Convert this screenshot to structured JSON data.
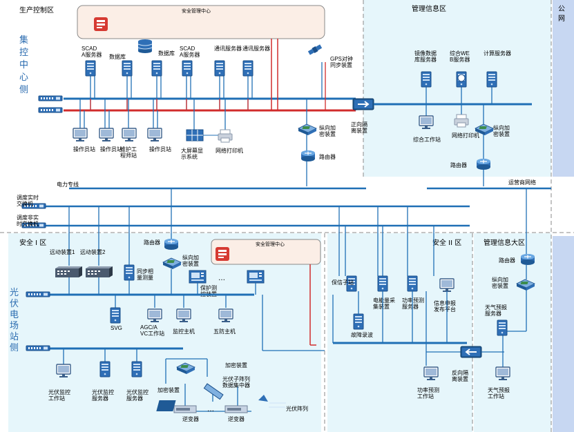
{
  "colors": {
    "bus_blue": "#1f6fb5",
    "line_red": "#d12b2b",
    "zone_fill": "#e6f6fb",
    "side_fill": "#c7d7f2",
    "safety_fill": "#fbeee6"
  },
  "zones": {
    "production": "生产控制区",
    "management_top": "管理信息区",
    "public_net": "公网",
    "safety_1": "安全 I 区",
    "safety_2": "安全 II 区",
    "management_big": "管理信息大区"
  },
  "side_labels": {
    "center": "集控中心侧",
    "station": "光伏电场站侧"
  },
  "safety_center": {
    "top": "安全管理中心",
    "bottom": "安全管理中心"
  },
  "top": {
    "servers": [
      "SCADA服务器",
      "数据库",
      "数据库",
      "SCADA服务器",
      "通讯服务器",
      "通讯服务器"
    ],
    "gps": "GPS对钟同步装置",
    "stations": [
      "操作员站",
      "操作员站",
      "维护工程师站",
      "操作员站"
    ],
    "big_screen": "大屏幕显示系统",
    "printer": "网络打印机",
    "encrypt": "纵向加密装置",
    "router": "路由器",
    "forward_isolation": "正向隔离装置"
  },
  "mgmt_top": {
    "mirror_db": "镜像数据库服务器",
    "web": "综合WEB服务器",
    "calc": "计算服务器",
    "workstation": "综合工作站",
    "printer": "网络打印机",
    "encrypt": "纵向加密装置",
    "router": "路由器",
    "carrier": "运营商网络"
  },
  "mid": {
    "power_net": "电力专线",
    "rt_switch": "调度实时交换机",
    "nrt_switch": "调度非实时交换机"
  },
  "s1": {
    "router": "路由器",
    "encrypt": "纵向加密装置",
    "remote1": "远动装置1",
    "remote2": "远动装置2",
    "pmu": "同步相量测量",
    "protect": "保护测控装置",
    "svg": "SVG",
    "agc": "AGC/AVC工作站",
    "monitor_host": "监控主机",
    "five_def": "五防主机",
    "pv_ws": "光伏监控工作站",
    "pv_srv1": "光伏监控服务器",
    "pv_srv2": "光伏监控服务器",
    "encrypt2": "加密装置",
    "encrypt3": "加密装置",
    "pv_sub": "光伏子阵列数据集中器",
    "inverter1": "逆变器",
    "inverter2": "逆变器",
    "pv_array": "光伏阵列"
  },
  "s2": {
    "relay": "保信子站",
    "energy": "电能量采集装置",
    "power_pred": "功率预测服务器",
    "fault": "故障录波",
    "info_pub": "信息申报发布平台",
    "pred_ws": "功率预测工作站"
  },
  "mgmt_big": {
    "router": "路由器",
    "encrypt": "纵向加密装置",
    "weather_srv": "天气预报服务器",
    "reverse_isolation": "反向隔离装置",
    "weather_ws": "天气预报工作站"
  }
}
